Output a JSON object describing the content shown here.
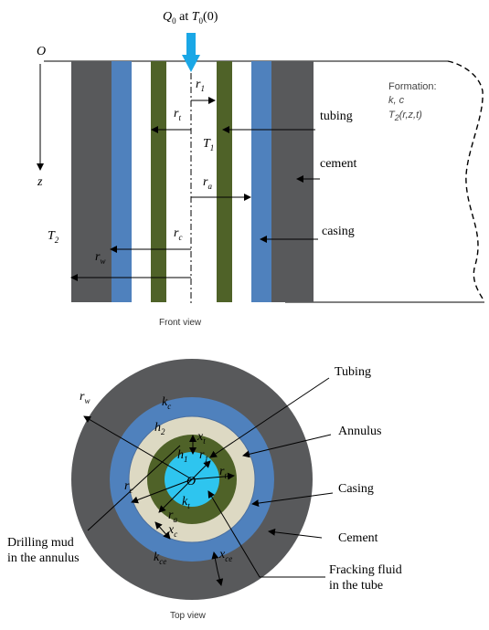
{
  "inflow": {
    "symbol": "Q",
    "sub": "0",
    "mid": " at ",
    "temp_symbol": "T",
    "temp_sub": "0",
    "temp_arg": "(0)"
  },
  "origin": "O",
  "z_axis": "z",
  "t2": {
    "symbol": "T",
    "sub": "2"
  },
  "t1": {
    "symbol": "T",
    "sub": "1"
  },
  "radii": {
    "r1": {
      "symbol": "r",
      "sub": "1"
    },
    "rt": {
      "symbol": "r",
      "sub": "t"
    },
    "ra": {
      "symbol": "r",
      "sub": "a"
    },
    "rc": {
      "symbol": "r",
      "sub": "c"
    },
    "rw": {
      "symbol": "r",
      "sub": "w"
    }
  },
  "front_labels": {
    "tubing": "tubing",
    "cement": "cement",
    "casing": "casing"
  },
  "formation": {
    "title": "Formation:",
    "props": "k, c",
    "temp_symbol": "T",
    "temp_sub": "2",
    "temp_arg": "(r,z,t)"
  },
  "captions": {
    "front": "Front view",
    "top": "Top view"
  },
  "top_labels": {
    "tubing": "Tubing",
    "annulus": "Annulus",
    "casing": "Casing",
    "cement": "Cement",
    "drilling_mud_line1": "Drilling mud",
    "drilling_mud_line2": "in the annulus",
    "fracking_line1": "Fracking fluid",
    "fracking_line2": "in the tube"
  },
  "top_symbols": {
    "kc": {
      "symbol": "k",
      "sub": "c"
    },
    "h2": {
      "symbol": "h",
      "sub": "2"
    },
    "xt": {
      "symbol": "x",
      "sub": "t"
    },
    "h1": {
      "symbol": "h",
      "sub": "1"
    },
    "r1": {
      "symbol": "r",
      "sub": "1"
    },
    "rt": {
      "symbol": "r",
      "sub": "t"
    },
    "rw": {
      "symbol": "r",
      "sub": "w"
    },
    "rc": {
      "symbol": "r",
      "sub": "c"
    },
    "o": "O",
    "kt": {
      "symbol": "k",
      "sub": "t"
    },
    "ra": {
      "symbol": "r",
      "sub": "a"
    },
    "xc": {
      "symbol": "x",
      "sub": "c"
    },
    "kce": {
      "symbol": "k",
      "sub": "ce"
    },
    "xce": {
      "symbol": "x",
      "sub": "ce"
    }
  },
  "colors": {
    "cement": "#58595b",
    "casing": "#4f81bd",
    "tubing": "#4f6228",
    "mud": "#ddd9c3",
    "fluid": "#2ec5ef",
    "inflow_arrow": "#1aa7e6",
    "formation_line": "#000000"
  }
}
